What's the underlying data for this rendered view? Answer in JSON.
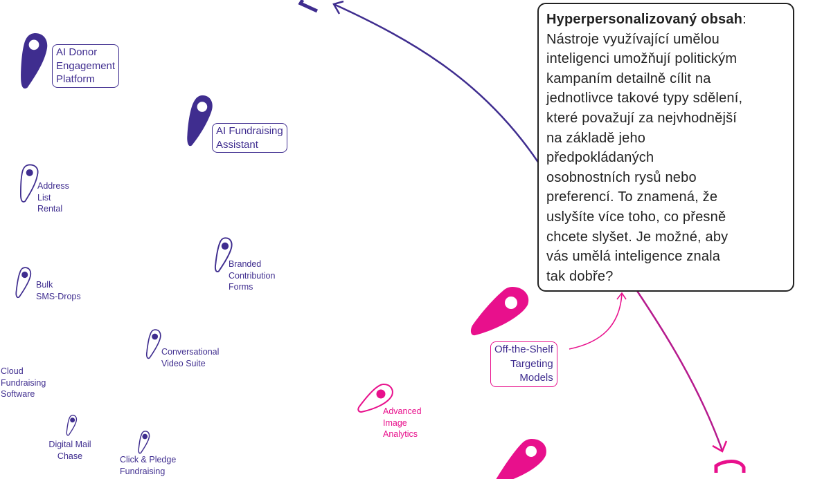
{
  "colors": {
    "purple": "#3f2d8f",
    "pink": "#e8108c",
    "text": "#222222"
  },
  "callout": {
    "title": "Hyperpersonalizovaný obsah",
    "colon": ":",
    "lines": [
      "Nástroje využívající umělou",
      "inteligenci umožňují politickým",
      "kampaním detailně cílit na",
      "jednotlivce takové typy sdělení,",
      "které považují za nejvhodnější",
      "na základě jeho",
      "předpokládaných",
      "osobnostních rysů nebo",
      "preferencí. To znamená, že",
      "uslyšíte více toho, co přesně",
      "chcete slyšet. Je možné, aby",
      "vás umělá inteligence znala",
      "tak dobře?"
    ]
  },
  "tools": [
    {
      "label": "AI Donor\nEngagement\nPlatform",
      "icon": "map-pin-icon",
      "style": "filled",
      "color": "purple"
    },
    {
      "label": "AI Fundraising\nAssistant",
      "icon": "map-pin-icon",
      "style": "filled",
      "color": "purple"
    },
    {
      "label": "Address\nList\nRental",
      "icon": "map-pin-icon",
      "style": "outline",
      "color": "purple"
    },
    {
      "label": "Branded\nContribution\nForms",
      "icon": "map-pin-icon",
      "style": "outline",
      "color": "purple"
    },
    {
      "label": "Bulk\nSMS-Drops",
      "icon": "map-pin-icon",
      "style": "outline",
      "color": "purple"
    },
    {
      "label": "Conversational\nVideo Suite",
      "icon": "map-pin-icon",
      "style": "outline",
      "color": "purple"
    },
    {
      "label": "Cloud\nFundraising\nSoftware",
      "color": "purple"
    },
    {
      "label": "Digital Mail\nChase",
      "icon": "map-pin-icon",
      "style": "outline",
      "color": "purple"
    },
    {
      "label": "Click & Pledge\nFundraising",
      "icon": "map-pin-icon",
      "style": "outline",
      "color": "purple"
    },
    {
      "label": "Off-the-Shelf\nTargeting\nModels",
      "icon": "map-pin-icon",
      "style": "filled",
      "color": "pink"
    },
    {
      "label": "Advanced\nImage\nAnalytics",
      "icon": "map-pin-icon",
      "style": "outline",
      "color": "pink"
    }
  ]
}
